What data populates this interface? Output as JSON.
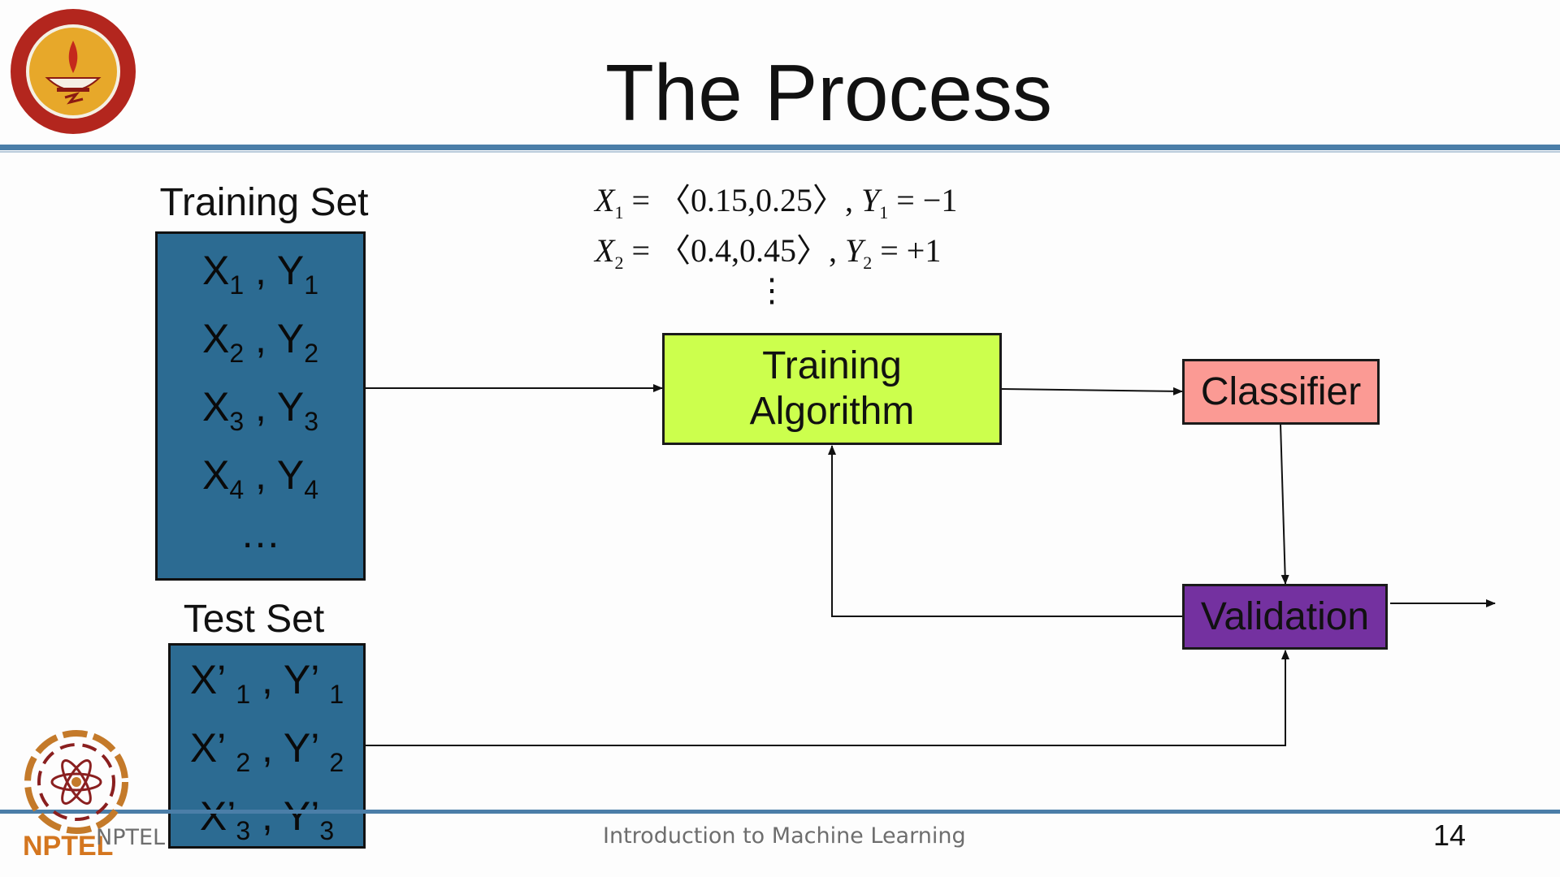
{
  "title": "The Process",
  "training_set": {
    "heading": "Training Set",
    "rows": [
      {
        "x": "X",
        "xs": "1",
        "y": "Y",
        "ys": "1"
      },
      {
        "x": "X",
        "xs": "2",
        "y": "Y",
        "ys": "2"
      },
      {
        "x": "X",
        "xs": "3",
        "y": "Y",
        "ys": "3"
      },
      {
        "x": "X",
        "xs": "4",
        "y": "Y",
        "ys": "4"
      }
    ],
    "ellipsis": "…"
  },
  "test_set": {
    "heading": "Test Set",
    "rows": [
      {
        "x": "X’ ",
        "xs": "1",
        "y": "Y’ ",
        "ys": "1"
      },
      {
        "x": "X’ ",
        "xs": "2",
        "y": "Y’ ",
        "ys": "2"
      },
      {
        "x": "X’",
        "xs": "3",
        "y": "Y’",
        "ys": "3"
      }
    ]
  },
  "formulas": {
    "line1": {
      "x": "X",
      "xs": "1",
      "rest": " = 〈0.15,0.25〉, ",
      "y": "Y",
      "ys": "1",
      "val": " = −1"
    },
    "line2": {
      "x": "X",
      "xs": "2",
      "rest": " = 〈0.4,0.45〉, ",
      "y": "Y",
      "ys": "2",
      "val": " = +1"
    },
    "dots": "⋮"
  },
  "nodes": {
    "training_algorithm": {
      "line1": "Training",
      "line2": "Algorithm",
      "color": "#ccff4d"
    },
    "classifier": {
      "label": "Classifier",
      "color": "#fb9a94"
    },
    "validation": {
      "label": "Validation",
      "color": "#7431a0"
    }
  },
  "colors": {
    "set_box": "#2c6b92",
    "rule": "#4b7ea8"
  },
  "footer": {
    "left": "NPTEL",
    "center": "Introduction to Machine Learning",
    "page": "14"
  },
  "logos": {
    "top_left": "IIT Madras seal",
    "bottom_left": "NPTEL",
    "bottom_left_text": "NPTEL"
  }
}
